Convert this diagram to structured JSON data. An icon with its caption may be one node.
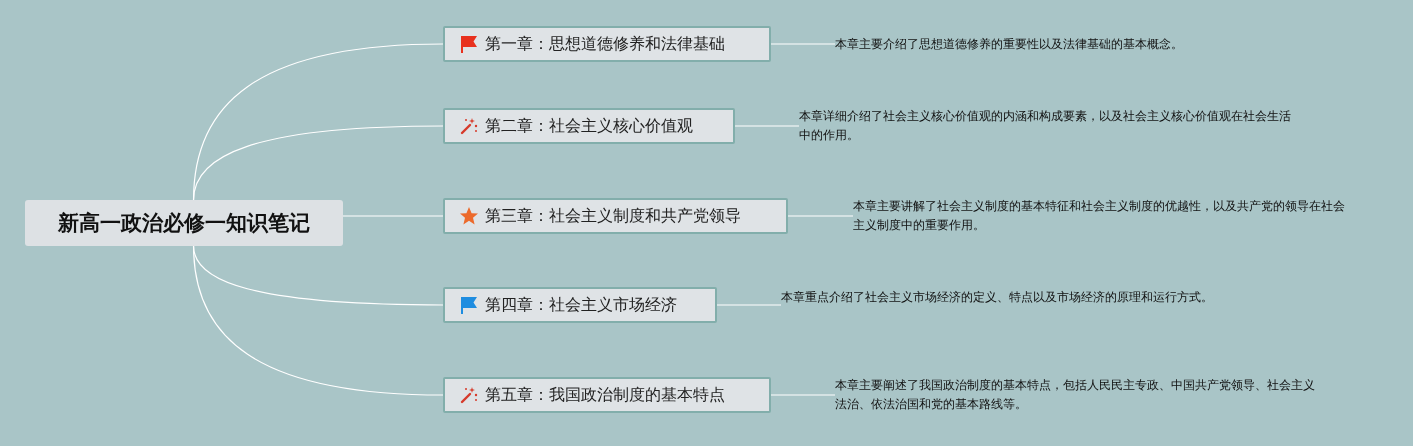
{
  "diagram": {
    "nodes": [
      {
        "text": [
          "新高一政治必修一知识笔记"
        ]
      },
      {
        "text": [
          "第一章：思想道德修养和法律基础"
        ]
      },
      {
        "text": [
          "第二章：社会主义核心价值观"
        ]
      },
      {
        "text": [
          "第三章：社会主义制度和共产党领导"
        ]
      },
      {
        "text": [
          "第四章：社会主义市场经济"
        ]
      },
      {
        "text": [
          "第五章：我国政治制度的基本特点"
        ]
      },
      {
        "text": [
          "本章主要介绍了思想道德修养的重要性以及法律基础的基本概念。"
        ]
      },
      {
        "text": [
          "本章详细介绍了社会主义核心价值观的内涵和构成要素，以及社会主义核心价值观在社会生活中的作用。"
        ]
      },
      {
        "text": [
          "本章主要讲解了社会主义制度的基本特征和社会主义制度的优越性，以及共产党的领导在社会主义制度中的重要作用。"
        ]
      },
      {
        "text": [
          "本章重点介绍了社会主义市场经济的定义、特点以及市场经济的原理和运行方式。"
        ]
      },
      {
        "text": [
          "本章主要阐述了我国政治制度的基本特点，包括人民民主专政、中国共产党领导、社会主义法治、依法治国和党的基本路线等。"
        ]
      }
    ],
    "edges": [
      {
        "from": 0,
        "to": 1,
        "arrow": "none"
      },
      {
        "from": 0,
        "to": 2,
        "arrow": "none"
      },
      {
        "from": 0,
        "to": 3,
        "arrow": "none"
      },
      {
        "from": 0,
        "to": 4,
        "arrow": "none"
      },
      {
        "from": 0,
        "to": 5,
        "arrow": "none"
      },
      {
        "from": 1,
        "to": 6,
        "arrow": "none"
      },
      {
        "from": 2,
        "to": 7,
        "arrow": "none"
      },
      {
        "from": 3,
        "to": 8,
        "arrow": "none"
      },
      {
        "from": 4,
        "to": 9,
        "arrow": "none"
      },
      {
        "from": 5,
        "to": 10,
        "arrow": "none"
      }
    ]
  }
}
